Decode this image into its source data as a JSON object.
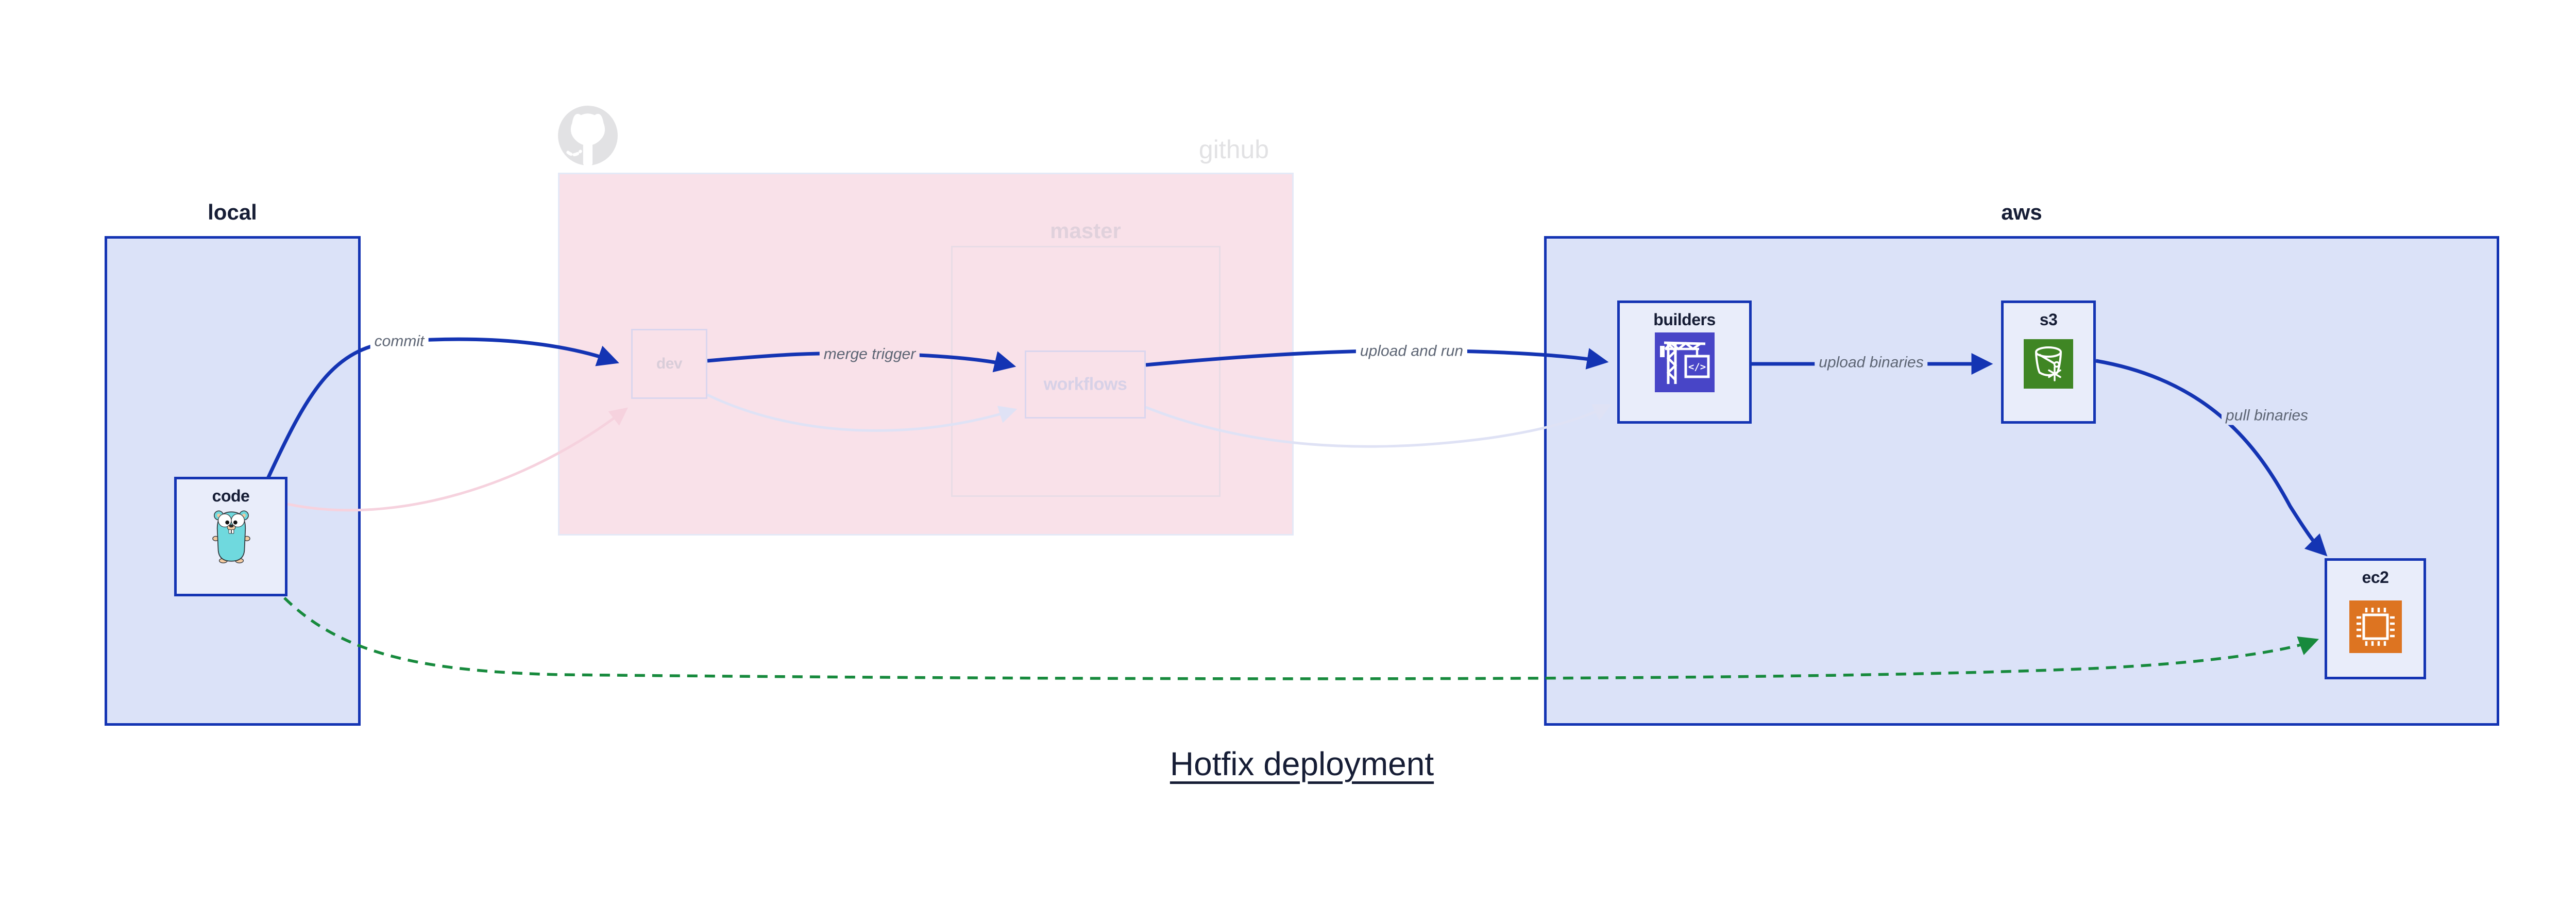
{
  "title": {
    "text": "Hotfix deployment"
  },
  "groups": {
    "local": {
      "label": "local"
    },
    "github": {
      "label": "github"
    },
    "master": {
      "label": "master"
    },
    "aws": {
      "label": "aws"
    }
  },
  "nodes": {
    "code": {
      "label": "code",
      "icon": "go-gopher-icon"
    },
    "dev": {
      "label": "dev"
    },
    "workflows": {
      "label": "workflows"
    },
    "builders": {
      "label": "builders",
      "icon": "codebuild-crane-icon"
    },
    "s3": {
      "label": "s3",
      "icon": "s3-bucket-icon"
    },
    "ec2": {
      "label": "ec2",
      "icon": "ec2-chip-icon"
    }
  },
  "edges": {
    "commit": {
      "label": "commit",
      "from": "code",
      "to": "dev",
      "style": "solid-blue"
    },
    "code_dev_faded": {
      "label": "",
      "from": "code",
      "to": "dev",
      "style": "faded-pink"
    },
    "merge_trigger": {
      "label": "merge trigger",
      "from": "dev",
      "to": "workflows",
      "style": "solid-blue"
    },
    "dev_workflows_faded": {
      "label": "",
      "from": "dev",
      "to": "workflows",
      "style": "faded-lavender"
    },
    "upload_and_run": {
      "label": "upload and run",
      "from": "workflows",
      "to": "builders",
      "style": "solid-blue"
    },
    "workflows_builders_faded": {
      "label": "",
      "from": "workflows",
      "to": "builders",
      "style": "faded-lavender"
    },
    "upload_binaries": {
      "label": "upload binaries",
      "from": "builders",
      "to": "s3",
      "style": "solid-blue"
    },
    "pull_binaries": {
      "label": "pull binaries",
      "from": "s3",
      "to": "ec2",
      "style": "solid-blue"
    },
    "hotfix_path": {
      "label": "",
      "from": "code",
      "to": "ec2",
      "style": "dashed-green"
    }
  },
  "colors": {
    "accent_blue": "#1434b3",
    "ink": "#161d35",
    "title_ink": "#161d35",
    "edge_label_ink": "#5d6574",
    "node_fill": "#e9edfa",
    "group_fill_blue": "#dbe2f8",
    "github_pink": "#f9e1e9",
    "github_border": "#e4e9f7",
    "github_gray": "#e2e2e4",
    "master_border": "#e8dce6",
    "master_label": "#e0d1dc",
    "faded_node_border": "#dad6ee",
    "dev_label": "#d9cdd9",
    "workflows_label": "#d7d1e7",
    "faded_pink_edge": "#f6d2de",
    "faded_lavender_edge": "#dfe2f5",
    "green_edge": "#178a3d",
    "builders_icon_bg": "#4845c7",
    "s3_icon_bg": "#3f8624",
    "ec2_icon_bg": "#dd7421",
    "gopher_body": "#6fd9de",
    "gopher_skin": "#f3caa0"
  }
}
